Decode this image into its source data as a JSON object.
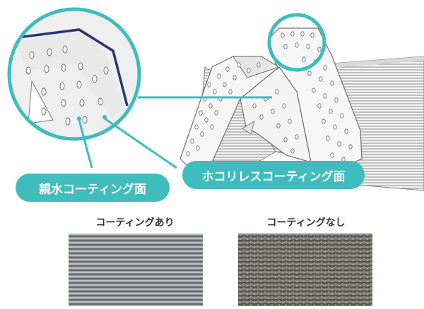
{
  "labels": {
    "hydrophilic": "親水コーティング面",
    "dustless": "ホコリレスコーティング面"
  },
  "photos": {
    "with_coating": "コーティングあり",
    "without_coating": "コーティングなし"
  },
  "colors": {
    "accent_teal": "#3fbcbd",
    "outline_navy": "#2c3572",
    "fin_gray": "#9a9a9a"
  }
}
